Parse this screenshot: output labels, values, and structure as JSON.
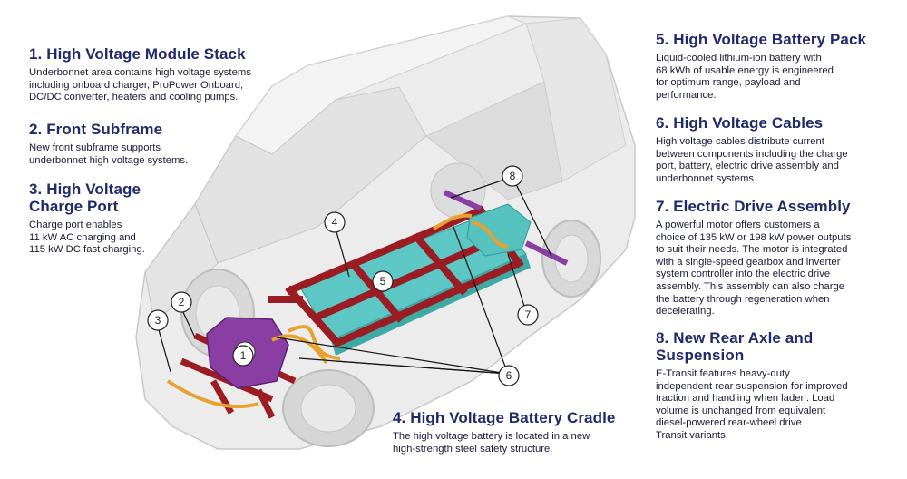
{
  "sections": [
    {
      "id": "b1",
      "title": "1. High Voltage Module Stack",
      "lines": [
        "Underbonnet area contains high voltage systems",
        "including onboard charger, ProPower Onboard,",
        "DC/DC converter, heaters and cooling pumps."
      ]
    },
    {
      "id": "b2",
      "title": "2. Front Subframe",
      "lines": [
        "New front subframe supports",
        "underbonnet high voltage systems."
      ]
    },
    {
      "id": "b3",
      "title_lines": [
        "3. High Voltage",
        "Charge Port"
      ],
      "lines": [
        "Charge port enables",
        "11 kW AC charging and",
        "115 kW DC fast charging."
      ]
    },
    {
      "id": "b4",
      "title": "4. High Voltage Battery Cradle",
      "lines": [
        "The high voltage battery is located in a new",
        "high-strength steel safety structure."
      ]
    },
    {
      "id": "b5",
      "title": "5. High Voltage Battery Pack",
      "lines": [
        "Liquid-cooled lithium-ion battery with",
        "68 kWh of usable energy is engineered",
        "for optimum range, payload and",
        "performance."
      ]
    },
    {
      "id": "b6",
      "title": "6. High Voltage Cables",
      "lines": [
        "High voltage cables distribute current",
        "between components including the charge",
        "port, battery, electric drive assembly and",
        "underbonnet systems."
      ]
    },
    {
      "id": "b7",
      "title": "7. Electric Drive Assembly",
      "lines": [
        "A powerful motor offers customers a",
        "choice of 135 kW or 198 kW power outputs",
        "to suit their needs. The motor is integrated",
        "with a single-speed gearbox and inverter",
        "system controller into the electric drive",
        "assembly. This assembly can also charge",
        "the battery through regeneration when",
        "decelerating."
      ]
    },
    {
      "id": "b8",
      "title_lines": [
        "8. New Rear Axle and",
        "Suspension"
      ],
      "lines": [
        "E-Transit features heavy-duty",
        "independent rear suspension for improved",
        "traction and handling when laden. Load",
        "volume is unchanged from equivalent",
        "diesel-powered rear-wheel drive",
        "Transit variants."
      ]
    }
  ],
  "callouts": [
    "1",
    "2",
    "3",
    "4",
    "5",
    "6",
    "7",
    "8"
  ],
  "colors": {
    "heading": "#1f2a6b",
    "battery": "#5cc7c4",
    "cradle": "#9b1c22",
    "motor": "#8a3ea3",
    "cable": "#e8a12d",
    "van_body": "#e9e9e9"
  }
}
